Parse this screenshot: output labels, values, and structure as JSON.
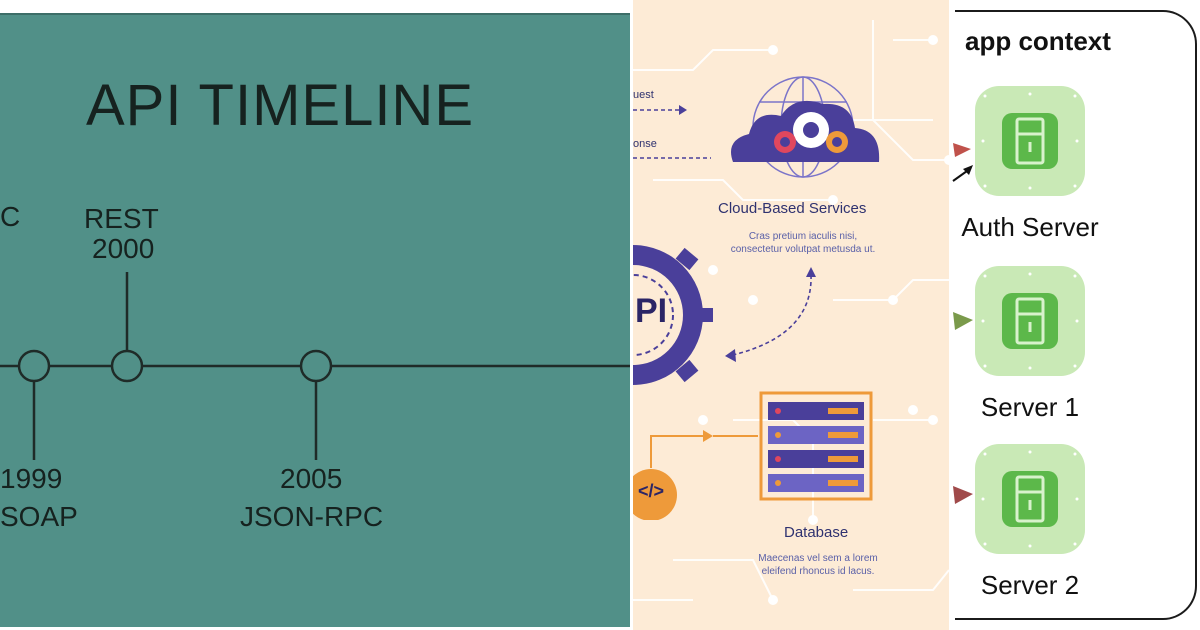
{
  "timeline": {
    "title": "API TIMELINE",
    "events_above": [
      {
        "name": "REST",
        "year": "2000"
      }
    ],
    "events_below": [
      {
        "year": "1999",
        "name": "SOAP"
      },
      {
        "year": "2005",
        "name": "JSON-RPC"
      }
    ],
    "partial_left_label": "C",
    "colors": {
      "background": "#519088",
      "text": "#16221f"
    }
  },
  "infographic": {
    "arrow_labels": [
      "uest",
      "onse"
    ],
    "api_label": "PI",
    "code_symbol": "</>",
    "cloud": {
      "title": "Cloud-Based Services",
      "description_lines": [
        "Cras pretium iaculis nisi,",
        "consectetur volutpat metusda ut."
      ]
    },
    "database": {
      "title": "Database",
      "description_lines": [
        "Maecenas vel sem a lorem",
        "eleifend rhoncus id lacus."
      ]
    },
    "colors": {
      "background": "#fdebd6",
      "purple": "#4a3f9a",
      "orange": "#ee9a3a"
    }
  },
  "app_context": {
    "title": "app context",
    "servers": [
      {
        "label": "Auth Server",
        "icon": "server-icon"
      },
      {
        "label": "Server 1",
        "icon": "server-icon"
      },
      {
        "label": "Server 2",
        "icon": "server-icon"
      }
    ],
    "colors": {
      "tile": "#c9e9b6",
      "icon": "#5cb84a"
    }
  }
}
